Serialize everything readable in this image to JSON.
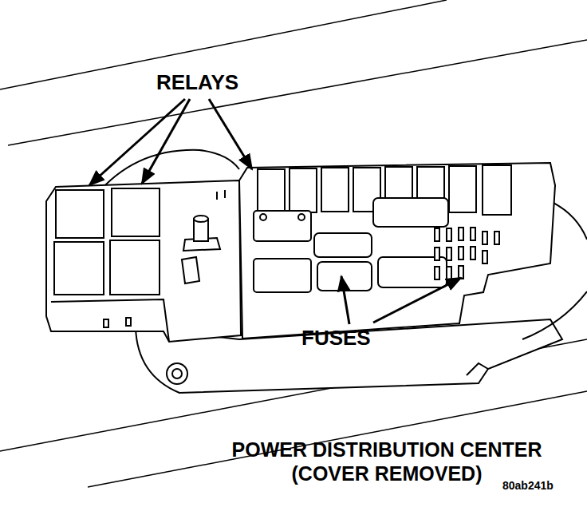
{
  "diagram": {
    "caption": "POWER DISTRIBUTION CENTER (COVER REMOVED)",
    "labels": [
      "RELAYS",
      "FUSES",
      "80ab241b"
    ]
  }
}
